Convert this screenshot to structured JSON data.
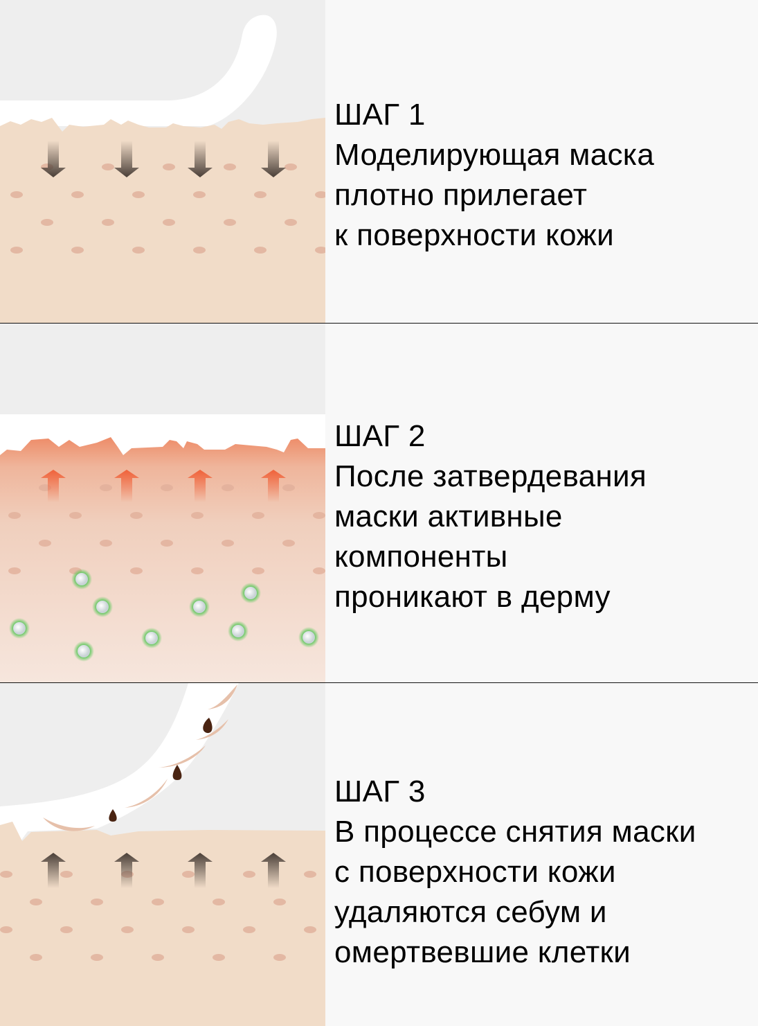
{
  "steps": [
    {
      "title": "ШАГ 1",
      "lines": [
        "Моделирующая маска",
        "плотно прилегает",
        "к поверхности кожи"
      ],
      "illustration": "mask-applied-arrows-down",
      "arrow_color": "#4a3f38"
    },
    {
      "title": "ШАГ 2",
      "lines": [
        "После затвердевания",
        "маски активные",
        "компоненты",
        "проникают в дерму"
      ],
      "illustration": "active-components-penetrating",
      "arrow_color": "#f0623a",
      "particle_color": "#5cc85a"
    },
    {
      "title": "ШАГ 3",
      "lines": [
        "В процессе снятия маски",
        "с поверхности кожи",
        "удаляются себум и",
        "омертвевшие клетки"
      ],
      "illustration": "mask-peeling-arrows-up",
      "arrow_color": "#4a3f38",
      "sebum_color": "#4a2412"
    }
  ],
  "colors": {
    "skin": "#f1dcc8",
    "skin_dot": "#e3b8a3",
    "background": "#eeeeee",
    "text_panel": "#f8f8f8",
    "mask": "#ffffff"
  }
}
